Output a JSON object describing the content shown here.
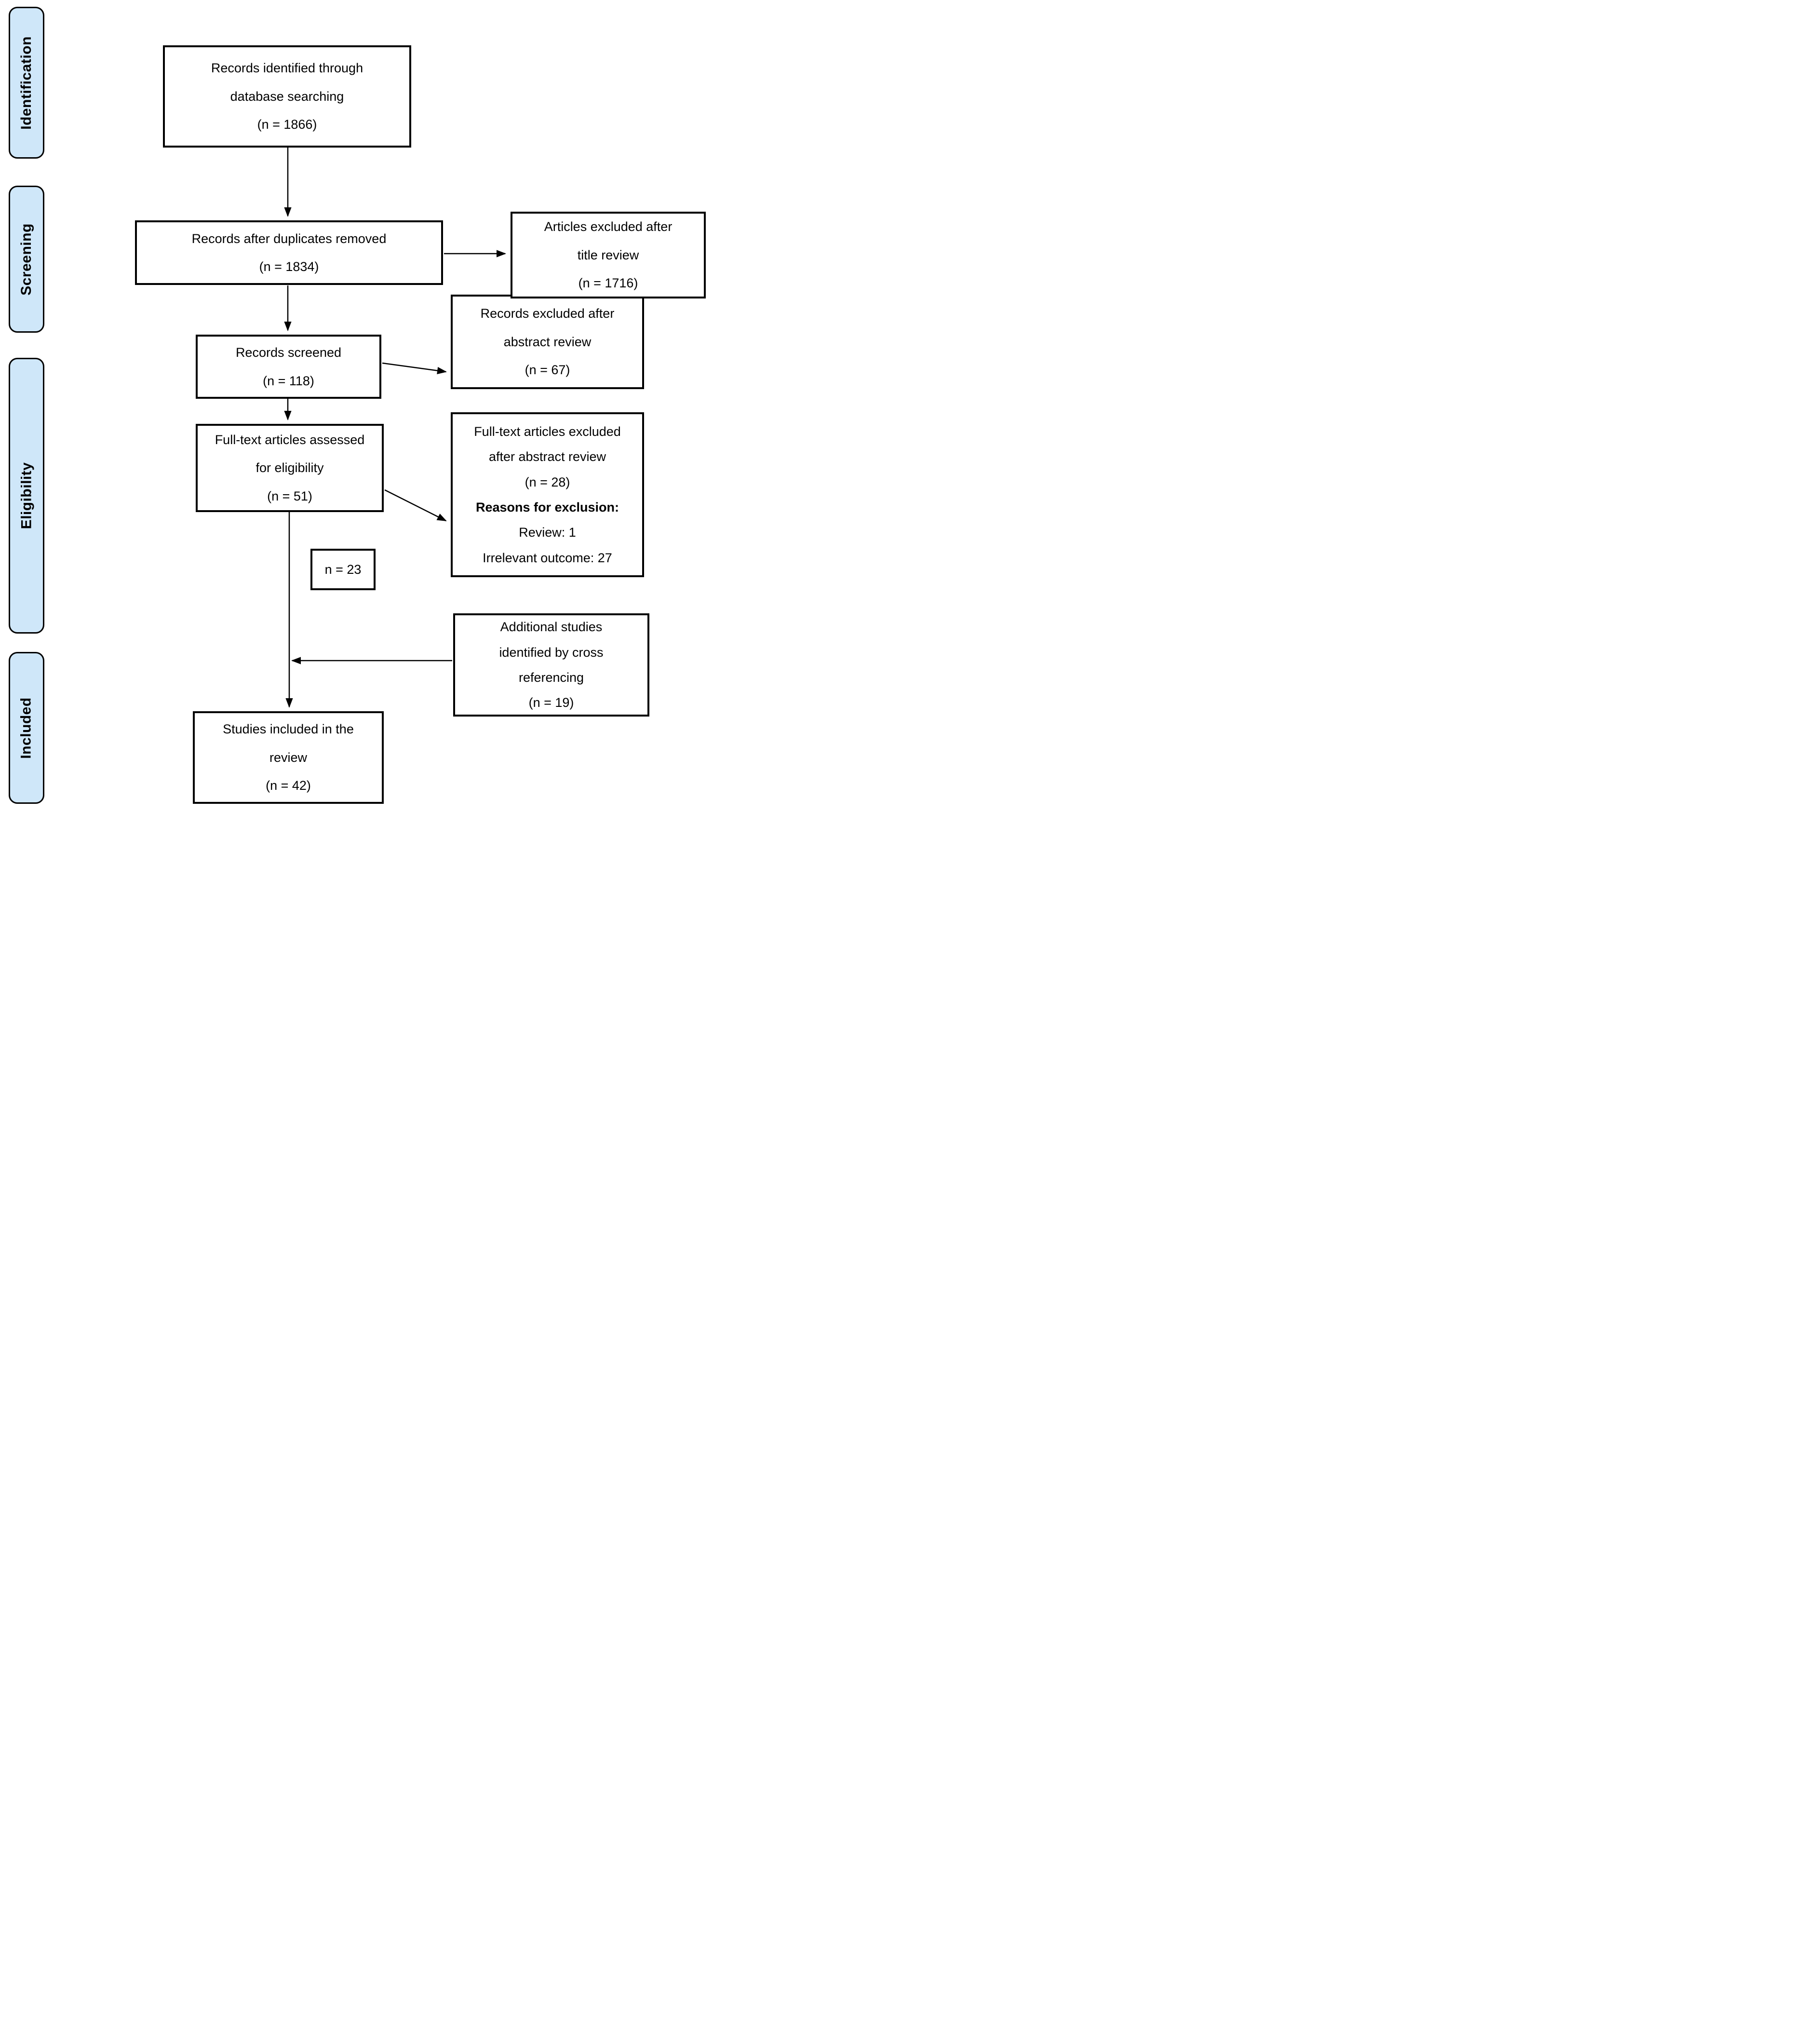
{
  "figure": {
    "type": "prisma-flow-diagram",
    "background": "#ffffff"
  },
  "colors": {
    "stage_label_fill": "#cfe7f9",
    "line_color": "#000000",
    "box_fill": "#ffffff",
    "text_color": "#000000"
  },
  "side_labels": [
    {
      "id": "identification",
      "label": "Identification"
    },
    {
      "id": "screening",
      "label": "Screening"
    },
    {
      "id": "eligibility",
      "label": "Eligibility"
    },
    {
      "id": "included",
      "label": "Included"
    }
  ],
  "boxes": {
    "records_identified": {
      "lines": [
        "Records identified through",
        "database searching",
        "(n = 1866)"
      ]
    },
    "duplicates_removed": {
      "lines": [
        "Records after duplicates removed",
        "(n = 1834)"
      ]
    },
    "excluded_title": {
      "lines": [
        "Articles excluded after",
        "title review",
        "(n = 1716)"
      ]
    },
    "excluded_abstract": {
      "lines": [
        "Records excluded after",
        "abstract review",
        "(n = 67)"
      ]
    },
    "records_screened": {
      "lines": [
        "Records screened",
        "(n = 118)"
      ]
    },
    "fulltext_assessed": {
      "lines": [
        "Full-text articles assessed",
        "for eligibility",
        "(n = 51)"
      ]
    },
    "fulltext_excluded": {
      "lines": [
        "Full-text articles excluded",
        "after abstract review",
        "(n = 28)",
        "Reasons for exclusion:",
        "Review: 1",
        "Irrelevant outcome: 27"
      ]
    },
    "n23_annotation": {
      "lines": [
        "n = 23"
      ]
    },
    "additional_studies": {
      "lines": [
        "Additional studies",
        "identified by cross",
        "referencing",
        "(n = 19)"
      ]
    },
    "studies_included": {
      "lines": [
        "Studies included in the",
        "review",
        "(n = 42)"
      ]
    }
  },
  "connectors": [
    {
      "from": "records_identified",
      "to": "duplicates_removed"
    },
    {
      "from": "duplicates_removed",
      "to": "excluded_title"
    },
    {
      "from": "duplicates_removed",
      "to": "records_screened"
    },
    {
      "from": "records_screened",
      "to": "excluded_abstract"
    },
    {
      "from": "records_screened",
      "to": "fulltext_assessed"
    },
    {
      "from": "fulltext_assessed",
      "to": "fulltext_excluded"
    },
    {
      "from": "fulltext_assessed",
      "to": "studies_included"
    },
    {
      "from": "additional_studies",
      "to": "studies_included"
    }
  ]
}
